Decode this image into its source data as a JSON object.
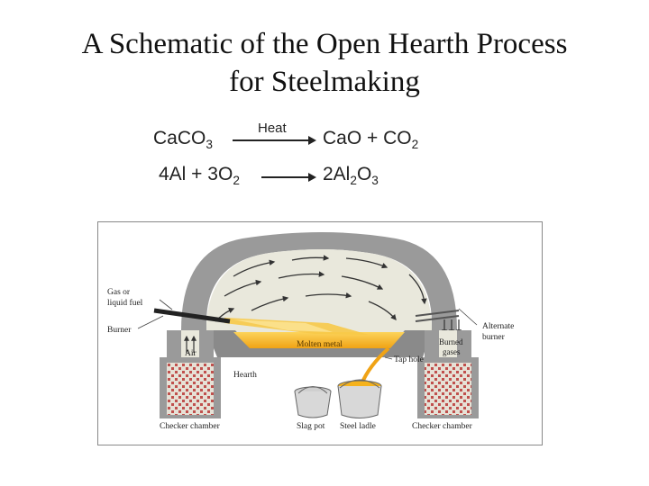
{
  "title": {
    "line1": "A Schematic of the Open Hearth Process",
    "line2": "for Steelmaking"
  },
  "equations": {
    "eq1": {
      "left_a": "CaCO",
      "left_a_sub": "3",
      "arrow_label": "Heat",
      "right_a": "CaO + CO",
      "right_a_sub": "2"
    },
    "eq2": {
      "left_a": "4Al + 3O",
      "left_a_sub": "2",
      "right_a": "2Al",
      "right_a_sub": "2",
      "right_b": "O",
      "right_b_sub": "3"
    }
  },
  "diagram": {
    "labels": {
      "gas_fuel_1": "Gas or",
      "gas_fuel_2": "liquid fuel",
      "burner": "Burner",
      "air": "Air",
      "molten_metal": "Molten metal",
      "hearth": "Hearth",
      "tap_hole": "Tap hole",
      "burned_gases_1": "Burned",
      "burned_gases_2": "gases",
      "alternate_burner_1": "Alternate",
      "alternate_burner_2": "burner",
      "checker_left": "Checker chamber",
      "checker_right": "Checker chamber",
      "slag_pot": "Slag pot",
      "steel_ladle": "Steel ladle"
    },
    "colors": {
      "refractory": "#9a9a9a",
      "interior": "#e9e8dc",
      "molten_metal": "#f5b21c",
      "flame": "#f7c948",
      "checker_red": "#c0504d"
    }
  }
}
